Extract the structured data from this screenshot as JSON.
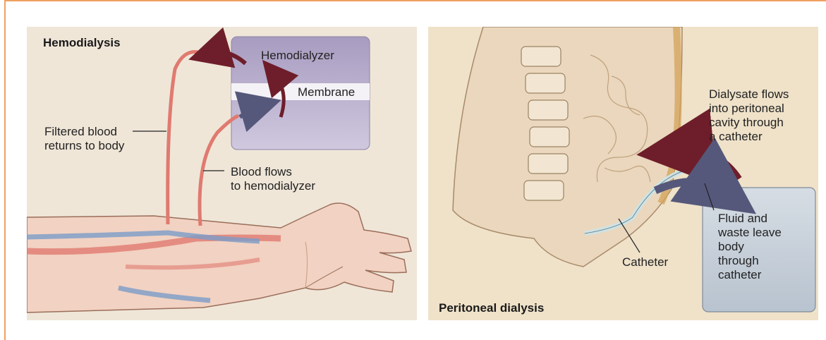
{
  "left": {
    "title": "Hemodialysis",
    "hemodialyzer": "Hemodialyzer",
    "membrane": "Membrane",
    "filtered": "Filtered blood\nreturns to body",
    "bloodflows": "Blood flows\nto hemodialyzer"
  },
  "right": {
    "title": "Peritoneal dialysis",
    "dialysate": "Dialysate flows\ninto peritoneal\ncavity through\na catheter",
    "fluid": "Fluid and\nwaste leave\nbody\nthrough\ncatheter",
    "catheter": "Catheter"
  },
  "colors": {
    "frame": "#f0a060",
    "blood_red": "#e07a70",
    "vein_blue": "#7a9cc8",
    "arrow_dark_red": "#6e1e2a",
    "arrow_slate": "#55587a",
    "dialyzer_purple": "#b1a5c7"
  }
}
